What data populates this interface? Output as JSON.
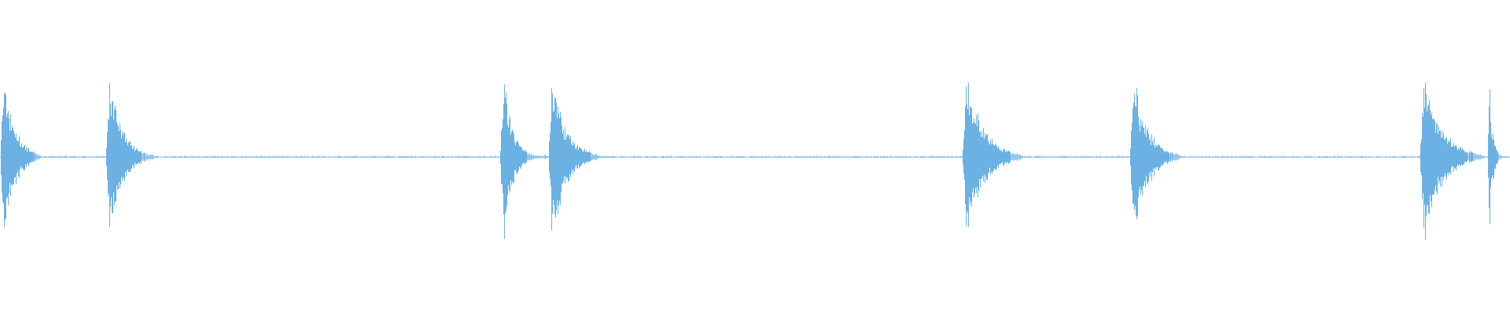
{
  "waveform": {
    "color": "#5ba8e0",
    "baseline_color": "#7bbbe8",
    "background": "#ffffff",
    "duration_fraction_bursts": [
      {
        "start": 0.0,
        "end": 0.025,
        "peak": 1.0,
        "decay": 0.65
      },
      {
        "start": 0.07,
        "end": 0.1,
        "peak": 0.98,
        "decay": 0.6
      },
      {
        "start": 0.331,
        "end": 0.36,
        "peak": 1.0,
        "decay": 0.45
      },
      {
        "start": 0.363,
        "end": 0.395,
        "peak": 1.0,
        "decay": 0.62
      },
      {
        "start": 0.637,
        "end": 0.675,
        "peak": 1.0,
        "decay": 0.62
      },
      {
        "start": 0.748,
        "end": 0.78,
        "peak": 0.98,
        "decay": 0.62
      },
      {
        "start": 0.94,
        "end": 0.98,
        "peak": 1.0,
        "decay": 0.62
      },
      {
        "start": 0.985,
        "end": 1.0,
        "peak": 0.95,
        "decay": 0.3
      }
    ],
    "noise_level": 0.01
  }
}
